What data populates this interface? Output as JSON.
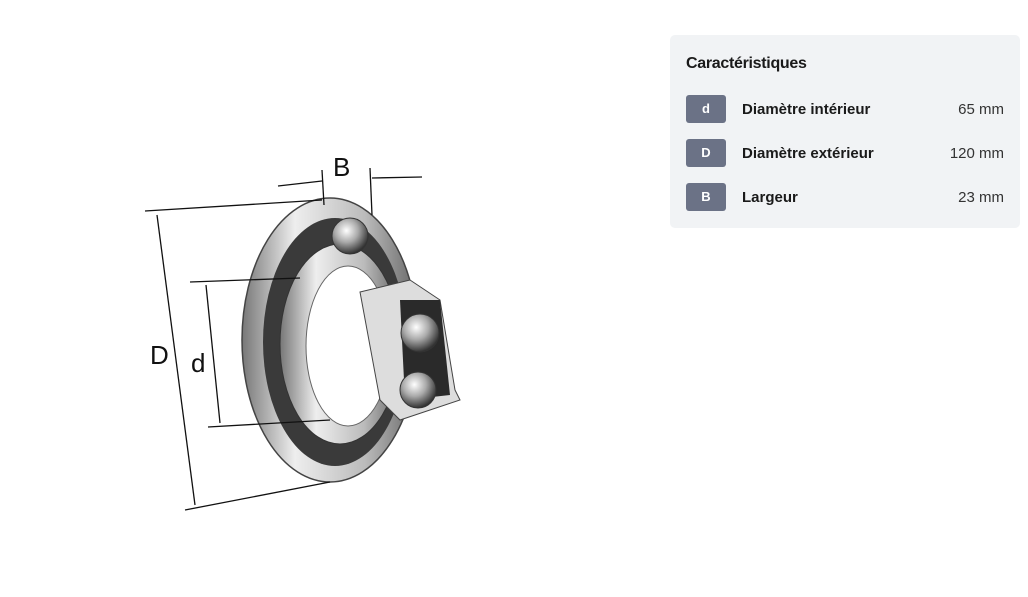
{
  "drawing": {
    "label_B": "B",
    "label_D": "D",
    "label_d": "d"
  },
  "panel": {
    "title": "Caractéristiques",
    "rows": [
      {
        "symbol": "d",
        "label": "Diamètre intérieur",
        "value": "65 mm"
      },
      {
        "symbol": "D",
        "label": "Diamètre extérieur",
        "value": "120 mm"
      },
      {
        "symbol": "B",
        "label": "Largeur",
        "value": "23 mm"
      }
    ]
  },
  "colors": {
    "badge": "#6b7286",
    "panel_bg": "#f1f3f5"
  }
}
